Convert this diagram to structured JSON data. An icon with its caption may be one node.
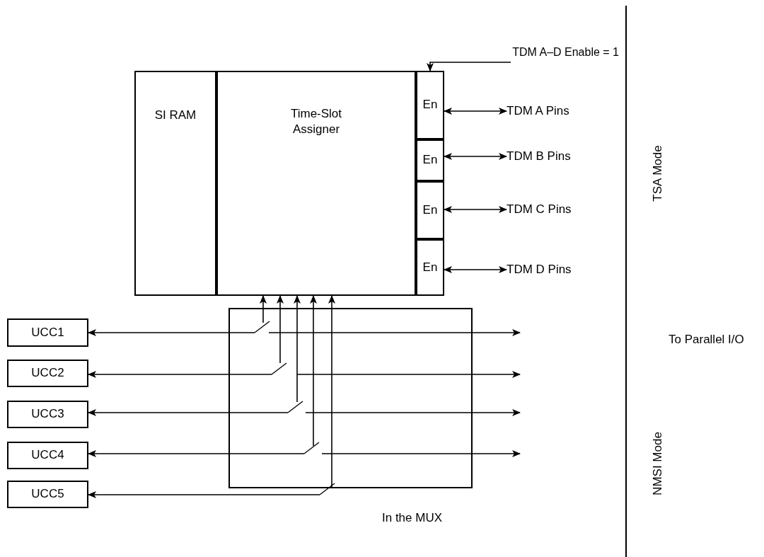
{
  "diagram": {
    "nodes": [
      {
        "text": [],
        "shape": "box"
      },
      {
        "text": [
          "SI RAM"
        ],
        "in": 0
      },
      {
        "text": [
          "Time-Slot Assigner"
        ],
        "in": 0
      },
      {
        "text": [
          "En"
        ],
        "in": 0
      },
      {
        "text": [
          "En"
        ],
        "in": 0
      },
      {
        "text": [
          "En"
        ],
        "in": 0
      },
      {
        "text": [
          "En"
        ],
        "in": 0
      },
      {
        "text": [
          "TDM A–D Enable = 1"
        ]
      },
      {
        "text": [
          "TDM A Pins"
        ]
      },
      {
        "text": [
          "TDM B Pins"
        ]
      },
      {
        "text": [
          "TDM C Pins"
        ]
      },
      {
        "text": [
          "TDM D Pins"
        ]
      },
      {
        "text": [
          "UCC1"
        ]
      },
      {
        "text": [
          "UCC2"
        ]
      },
      {
        "text": [
          "UCC3"
        ]
      },
      {
        "text": [
          "UCC4"
        ]
      },
      {
        "text": [
          "UCC5"
        ]
      },
      {
        "text": [],
        "shape": "box",
        "beside": [
          "In the MUX"
        ]
      }
    ],
    "edges": [
      {
        "from": 7,
        "to": 3,
        "arrow": "to"
      },
      {
        "from": 3,
        "to": 8,
        "arrow": "both"
      },
      {
        "from": 4,
        "to": 9,
        "arrow": "both"
      },
      {
        "from": 5,
        "to": 10,
        "arrow": "both"
      },
      {
        "from": 6,
        "to": 11,
        "arrow": "both"
      },
      {
        "from": 17,
        "to": 2,
        "arrow": "to"
      },
      {
        "from": 17,
        "to": 2,
        "arrow": "to"
      },
      {
        "from": 17,
        "to": 2,
        "arrow": "to"
      },
      {
        "from": 17,
        "to": 2,
        "arrow": "to"
      },
      {
        "from": 17,
        "to": 2,
        "arrow": "to"
      },
      {
        "from": 17,
        "to": 12,
        "arrow": "to"
      },
      {
        "from": 17,
        "to": 13,
        "arrow": "to"
      },
      {
        "from": 17,
        "to": 14,
        "arrow": "to"
      },
      {
        "from": 17,
        "to": 15,
        "arrow": "to"
      },
      {
        "from": 17,
        "to": 16,
        "arrow": "to"
      },
      {
        "from": 17,
        "to": null,
        "arrow": "to"
      },
      {
        "from": 17,
        "to": null,
        "arrow": "to"
      },
      {
        "from": 17,
        "to": null,
        "arrow": "to"
      },
      {
        "from": 17,
        "to": null,
        "arrow": "to"
      }
    ],
    "labels": [
      "TSA Mode",
      "To Parallel I/O",
      "NMSI Mode"
    ]
  }
}
